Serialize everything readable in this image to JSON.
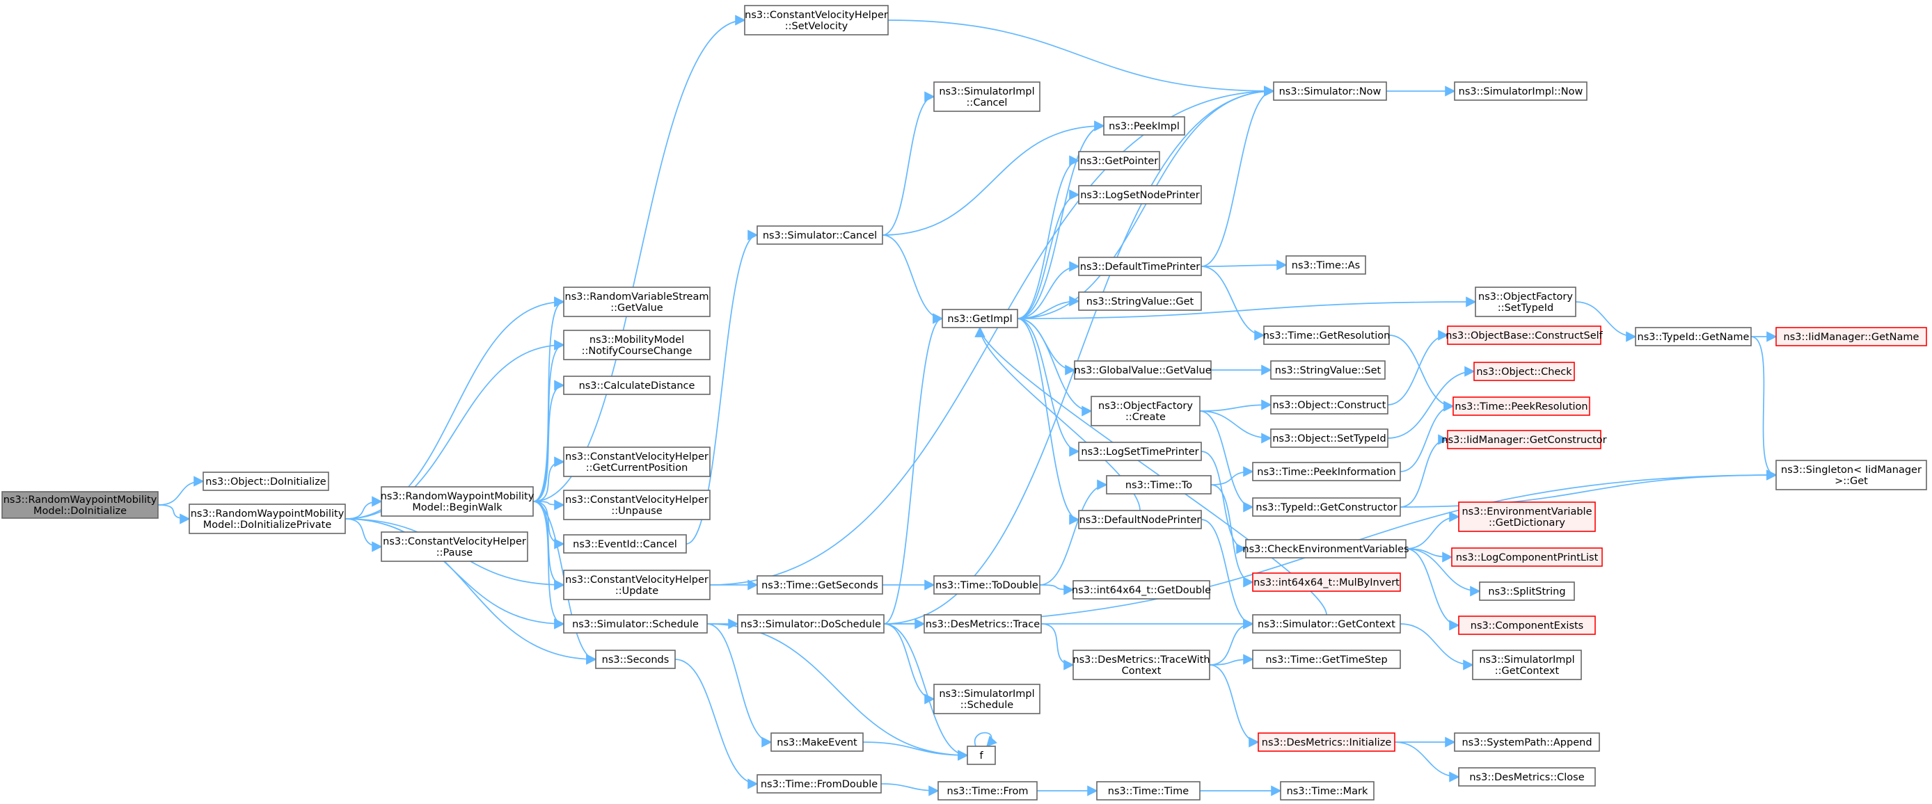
{
  "colors": {
    "edge": "#63b8ff",
    "node_border": "#666666",
    "node_fill": "#ffffff",
    "root_fill": "#999999",
    "root_border": "#666666",
    "truncated_border": "#ff0000",
    "truncated_fill": "#fff0f0",
    "text": "#000000"
  },
  "nodes": [
    {
      "id": "root",
      "lines": [
        "ns3::RandomWaypointMobility",
        "Model::DoInitialize"
      ],
      "style": "root"
    },
    {
      "id": "obj_doinit",
      "lines": [
        "ns3::Object::DoInitialize"
      ]
    },
    {
      "id": "doinitpriv",
      "lines": [
        "ns3::RandomWaypointMobility",
        "Model::DoInitializePrivate"
      ]
    },
    {
      "id": "rvs_getvalue",
      "lines": [
        "ns3::RandomVariableStream",
        "::GetValue"
      ]
    },
    {
      "id": "notify",
      "lines": [
        "ns3::MobilityModel",
        "::NotifyCourseChange"
      ]
    },
    {
      "id": "calcdist",
      "lines": [
        "ns3::CalculateDistance"
      ]
    },
    {
      "id": "beginwalk",
      "lines": [
        "ns3::RandomWaypointMobility",
        "Model::BeginWalk"
      ]
    },
    {
      "id": "cvh_getpos",
      "lines": [
        "ns3::ConstantVelocityHelper",
        "::GetCurrentPosition"
      ]
    },
    {
      "id": "cvh_unpause",
      "lines": [
        "ns3::ConstantVelocityHelper",
        "::Unpause"
      ]
    },
    {
      "id": "cvh_pause",
      "lines": [
        "ns3::ConstantVelocityHelper",
        "::Pause"
      ]
    },
    {
      "id": "eventid_cancel",
      "lines": [
        "ns3::EventId::Cancel"
      ]
    },
    {
      "id": "cvh_update",
      "lines": [
        "ns3::ConstantVelocityHelper",
        "::Update"
      ]
    },
    {
      "id": "sim_schedule",
      "lines": [
        "ns3::Simulator::Schedule"
      ]
    },
    {
      "id": "seconds",
      "lines": [
        "ns3::Seconds"
      ]
    },
    {
      "id": "cvh_setvel",
      "lines": [
        "ns3::ConstantVelocityHelper",
        "::SetVelocity"
      ]
    },
    {
      "id": "simimpl_cancel",
      "lines": [
        "ns3::SimulatorImpl",
        "::Cancel"
      ]
    },
    {
      "id": "sim_cancel",
      "lines": [
        "ns3::Simulator::Cancel"
      ]
    },
    {
      "id": "time_getseconds",
      "lines": [
        "ns3::Time::GetSeconds"
      ]
    },
    {
      "id": "sim_doschedule",
      "lines": [
        "ns3::Simulator::DoSchedule"
      ]
    },
    {
      "id": "makeevent",
      "lines": [
        "ns3::MakeEvent"
      ]
    },
    {
      "id": "time_fromdouble",
      "lines": [
        "ns3::Time::FromDouble"
      ]
    },
    {
      "id": "getimpl",
      "lines": [
        "ns3::GetImpl"
      ]
    },
    {
      "id": "time_todouble",
      "lines": [
        "ns3::Time::ToDouble"
      ]
    },
    {
      "id": "desmetrics_trace",
      "lines": [
        "ns3::DesMetrics::Trace"
      ]
    },
    {
      "id": "simimpl_schedule",
      "lines": [
        "ns3::SimulatorImpl",
        "::Schedule"
      ]
    },
    {
      "id": "f",
      "lines": [
        "f"
      ]
    },
    {
      "id": "time_from",
      "lines": [
        "ns3::Time::From"
      ]
    },
    {
      "id": "peekimpl",
      "lines": [
        "ns3::PeekImpl"
      ]
    },
    {
      "id": "getpointer",
      "lines": [
        "ns3::GetPointer"
      ]
    },
    {
      "id": "logsetnodeprinter",
      "lines": [
        "ns3::LogSetNodePrinter"
      ]
    },
    {
      "id": "defaulttimeprinter",
      "lines": [
        "ns3::DefaultTimePrinter"
      ]
    },
    {
      "id": "stringvalue_get",
      "lines": [
        "ns3::StringValue::Get"
      ]
    },
    {
      "id": "globalvalue_getvalue",
      "lines": [
        "ns3::GlobalValue::GetValue"
      ]
    },
    {
      "id": "objfactory_create",
      "lines": [
        "ns3::ObjectFactory",
        "::Create"
      ]
    },
    {
      "id": "logsettimeprinter",
      "lines": [
        "ns3::LogSetTimePrinter"
      ]
    },
    {
      "id": "time_to",
      "lines": [
        "ns3::Time::To"
      ]
    },
    {
      "id": "defaultnodeprinter",
      "lines": [
        "ns3::DefaultNodePrinter"
      ]
    },
    {
      "id": "int64_getdouble",
      "lines": [
        "ns3::int64x64_t::GetDouble"
      ]
    },
    {
      "id": "desmetrics_tracewith",
      "lines": [
        "ns3::DesMetrics::TraceWith",
        "Context"
      ]
    },
    {
      "id": "time_time",
      "lines": [
        "ns3::Time::Time"
      ]
    },
    {
      "id": "sim_now",
      "lines": [
        "ns3::Simulator::Now"
      ]
    },
    {
      "id": "time_as",
      "lines": [
        "ns3::Time::As"
      ]
    },
    {
      "id": "time_getresolution",
      "lines": [
        "ns3::Time::GetResolution"
      ]
    },
    {
      "id": "stringvalue_set",
      "lines": [
        "ns3::StringValue::Set"
      ]
    },
    {
      "id": "object_construct",
      "lines": [
        "ns3::Object::Construct"
      ]
    },
    {
      "id": "object_settypeid",
      "lines": [
        "ns3::Object::SetTypeId"
      ]
    },
    {
      "id": "time_peekinformation",
      "lines": [
        "ns3::Time::PeekInformation"
      ]
    },
    {
      "id": "typeid_getconstructor",
      "lines": [
        "ns3::TypeId::GetConstructor"
      ]
    },
    {
      "id": "checkenvvars",
      "lines": [
        "ns3::CheckEnvironmentVariables"
      ]
    },
    {
      "id": "int64_mulbyinvert",
      "lines": [
        "ns3::int64x64_t::MulByInvert"
      ],
      "style": "truncated"
    },
    {
      "id": "sim_getcontext",
      "lines": [
        "ns3::Simulator::GetContext"
      ]
    },
    {
      "id": "time_gettimestep",
      "lines": [
        "ns3::Time::GetTimeStep"
      ]
    },
    {
      "id": "desmetrics_initialize",
      "lines": [
        "ns3::DesMetrics::Initialize"
      ],
      "style": "truncated"
    },
    {
      "id": "time_mark",
      "lines": [
        "ns3::Time::Mark"
      ]
    },
    {
      "id": "simimpl_now",
      "lines": [
        "ns3::SimulatorImpl::Now"
      ]
    },
    {
      "id": "objfactory_settypeid",
      "lines": [
        "ns3::ObjectFactory",
        "::SetTypeId"
      ]
    },
    {
      "id": "objbase_constructself",
      "lines": [
        "ns3::ObjectBase::ConstructSelf"
      ],
      "style": "truncated"
    },
    {
      "id": "object_check",
      "lines": [
        "ns3::Object::Check"
      ],
      "style": "truncated"
    },
    {
      "id": "time_peekresolution",
      "lines": [
        "ns3::Time::PeekResolution"
      ],
      "style": "truncated"
    },
    {
      "id": "iidmgr_getconstructor",
      "lines": [
        "ns3::IidManager::GetConstructor"
      ],
      "style": "truncated"
    },
    {
      "id": "env_getdictionary",
      "lines": [
        "ns3::EnvironmentVariable",
        "::GetDictionary"
      ],
      "style": "truncated"
    },
    {
      "id": "logcomponentprintlist",
      "lines": [
        "ns3::LogComponentPrintList"
      ],
      "style": "truncated"
    },
    {
      "id": "splitstring",
      "lines": [
        "ns3::SplitString"
      ]
    },
    {
      "id": "componentexists",
      "lines": [
        "ns3::ComponentExists"
      ],
      "style": "truncated"
    },
    {
      "id": "simimpl_getcontext",
      "lines": [
        "ns3::SimulatorImpl",
        "::GetContext"
      ]
    },
    {
      "id": "systempath_append",
      "lines": [
        "ns3::SystemPath::Append"
      ]
    },
    {
      "id": "desmetrics_close",
      "lines": [
        "ns3::DesMetrics::Close"
      ]
    },
    {
      "id": "typeid_getname",
      "lines": [
        "ns3::TypeId::GetName"
      ]
    },
    {
      "id": "iidmgr_getname",
      "lines": [
        "ns3::IidManager::GetName"
      ],
      "style": "truncated"
    },
    {
      "id": "singleton_get",
      "lines": [
        "ns3::Singleton< IidManager",
        " >::Get"
      ]
    }
  ],
  "edges": [
    [
      "root",
      "obj_doinit"
    ],
    [
      "root",
      "doinitpriv"
    ],
    [
      "doinitpriv",
      "rvs_getvalue"
    ],
    [
      "doinitpriv",
      "notify"
    ],
    [
      "doinitpriv",
      "beginwalk"
    ],
    [
      "doinitpriv",
      "cvh_pause"
    ],
    [
      "doinitpriv",
      "cvh_update"
    ],
    [
      "doinitpriv",
      "sim_schedule"
    ],
    [
      "doinitpriv",
      "seconds"
    ],
    [
      "beginwalk",
      "rvs_getvalue"
    ],
    [
      "beginwalk",
      "notify"
    ],
    [
      "beginwalk",
      "calcdist"
    ],
    [
      "beginwalk",
      "cvh_getpos"
    ],
    [
      "beginwalk",
      "cvh_unpause"
    ],
    [
      "beginwalk",
      "eventid_cancel"
    ],
    [
      "beginwalk",
      "cvh_update"
    ],
    [
      "beginwalk",
      "sim_schedule"
    ],
    [
      "beginwalk",
      "seconds"
    ],
    [
      "beginwalk",
      "cvh_setvel"
    ],
    [
      "eventid_cancel",
      "sim_cancel"
    ],
    [
      "cvh_update",
      "sim_now"
    ],
    [
      "cvh_update",
      "time_getseconds"
    ],
    [
      "sim_schedule",
      "sim_doschedule"
    ],
    [
      "sim_schedule",
      "makeevent"
    ],
    [
      "sim_schedule",
      "f"
    ],
    [
      "seconds",
      "time_fromdouble"
    ],
    [
      "cvh_setvel",
      "sim_now"
    ],
    [
      "sim_cancel",
      "simimpl_cancel"
    ],
    [
      "sim_cancel",
      "peekimpl"
    ],
    [
      "sim_cancel",
      "getimpl"
    ],
    [
      "time_getseconds",
      "time_todouble"
    ],
    [
      "sim_doschedule",
      "sim_now"
    ],
    [
      "sim_doschedule",
      "getimpl"
    ],
    [
      "sim_doschedule",
      "desmetrics_trace"
    ],
    [
      "sim_doschedule",
      "simimpl_schedule"
    ],
    [
      "sim_doschedule",
      "f"
    ],
    [
      "sim_doschedule",
      "singleton_get"
    ],
    [
      "makeevent",
      "f"
    ],
    [
      "f",
      "f"
    ],
    [
      "time_fromdouble",
      "time_from"
    ],
    [
      "time_from",
      "time_time"
    ],
    [
      "time_time",
      "time_mark"
    ],
    [
      "time_todouble",
      "time_to"
    ],
    [
      "time_todouble",
      "int64_getdouble"
    ],
    [
      "desmetrics_trace",
      "sim_getcontext"
    ],
    [
      "desmetrics_trace",
      "desmetrics_tracewith"
    ],
    [
      "desmetrics_tracewith",
      "sim_getcontext"
    ],
    [
      "desmetrics_tracewith",
      "time_gettimestep"
    ],
    [
      "desmetrics_tracewith",
      "desmetrics_initialize"
    ],
    [
      "desmetrics_initialize",
      "systempath_append"
    ],
    [
      "desmetrics_initialize",
      "desmetrics_close"
    ],
    [
      "getimpl",
      "peekimpl"
    ],
    [
      "getimpl",
      "getpointer"
    ],
    [
      "getimpl",
      "logsetnodeprinter"
    ],
    [
      "getimpl",
      "defaulttimeprinter"
    ],
    [
      "getimpl",
      "stringvalue_get"
    ],
    [
      "getimpl",
      "globalvalue_getvalue"
    ],
    [
      "getimpl",
      "objfactory_create"
    ],
    [
      "getimpl",
      "logsettimeprinter"
    ],
    [
      "getimpl",
      "defaultnodeprinter"
    ],
    [
      "getimpl",
      "objfactory_settypeid"
    ],
    [
      "getimpl",
      "sim_now"
    ],
    [
      "defaulttimeprinter",
      "sim_now"
    ],
    [
      "defaulttimeprinter",
      "time_as"
    ],
    [
      "defaulttimeprinter",
      "time_getresolution"
    ],
    [
      "time_getresolution",
      "time_peekresolution"
    ],
    [
      "globalvalue_getvalue",
      "stringvalue_set"
    ],
    [
      "objfactory_create",
      "object_construct"
    ],
    [
      "objfactory_create",
      "object_settypeid"
    ],
    [
      "objfactory_create",
      "typeid_getconstructor"
    ],
    [
      "object_construct",
      "objbase_constructself"
    ],
    [
      "object_settypeid",
      "object_check"
    ],
    [
      "logsettimeprinter",
      "checkenvvars"
    ],
    [
      "time_to",
      "time_peekinformation"
    ],
    [
      "time_to",
      "int64_mulbyinvert"
    ],
    [
      "time_peekinformation",
      "time_peekresolution"
    ],
    [
      "defaultnodeprinter",
      "sim_getcontext"
    ],
    [
      "defaultnodeprinter",
      "getimpl"
    ],
    [
      "sim_getcontext",
      "getimpl"
    ],
    [
      "sim_getcontext",
      "simimpl_getcontext"
    ],
    [
      "typeid_getconstructor",
      "iidmgr_getconstructor"
    ],
    [
      "typeid_getconstructor",
      "singleton_get"
    ],
    [
      "checkenvvars",
      "env_getdictionary"
    ],
    [
      "checkenvvars",
      "logcomponentprintlist"
    ],
    [
      "checkenvvars",
      "splitstring"
    ],
    [
      "checkenvvars",
      "componentexists"
    ],
    [
      "sim_now",
      "simimpl_now"
    ],
    [
      "objfactory_settypeid",
      "typeid_getname"
    ],
    [
      "typeid_getname",
      "iidmgr_getname"
    ],
    [
      "typeid_getname",
      "singleton_get"
    ]
  ]
}
